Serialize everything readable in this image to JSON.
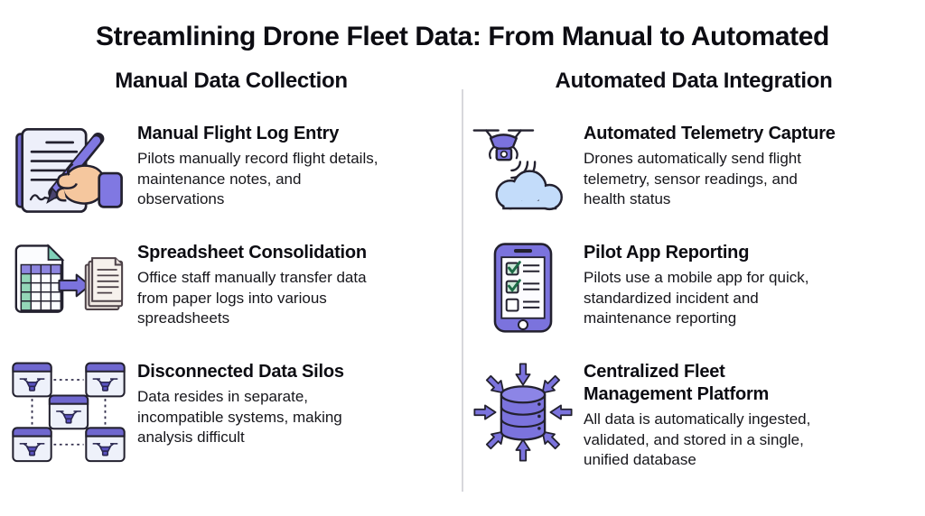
{
  "title": "Streamlining Drone Fleet Data: From Manual to Automated",
  "columns": {
    "left": {
      "header": "Manual Data Collection",
      "items": [
        {
          "icon": "flight-log-icon",
          "title": "Manual Flight Log Entry",
          "description": [
            "Pilots manually record flight details,",
            "maintenance notes, and",
            "observations"
          ]
        },
        {
          "icon": "spreadsheet-icon",
          "title": "Spreadsheet Consolidation",
          "description": [
            "Office staff manually transfer data",
            "from  paper logs into various",
            "spreadsheets"
          ]
        },
        {
          "icon": "data-silos-icon",
          "title": "Disconnected Data Silos",
          "description": [
            "Data resides in separate,",
            "incompatible systems, making",
            "analysis difficult"
          ]
        }
      ]
    },
    "right": {
      "header": "Automated Data Integration",
      "items": [
        {
          "icon": "telemetry-icon",
          "title": "Automated Telemetry Capture",
          "description": [
            "Drones automatically send flight",
            "telemetry, sensor readings, and",
            "health status"
          ]
        },
        {
          "icon": "pilot-app-icon",
          "title": "Pilot App Reporting",
          "description": [
            "Pilots use a mobile app for quick,",
            "standardized incident and",
            "maintenance reporting"
          ]
        },
        {
          "icon": "database-icon",
          "title": "Centralized Fleet Management Platform",
          "description": [
            "All data is automatically ingested,",
            "validated, and stored in a single,",
            "unified database"
          ]
        }
      ]
    }
  },
  "colors": {
    "accent_purple": "#7b73dd",
    "header_purple": "#6f67cf",
    "outline_dark": "#23212f",
    "cloud_blue": "#c3dcfa",
    "check_green": "#1e6b47",
    "cell_green": "#93d6b7",
    "corner_teal": "#7fd0b8",
    "paper_beige": "#efe8e3",
    "skin_tone": "#f5c79e",
    "divider_gray": "#d7d7dc",
    "background": "#ffffff",
    "text": "#111115"
  }
}
